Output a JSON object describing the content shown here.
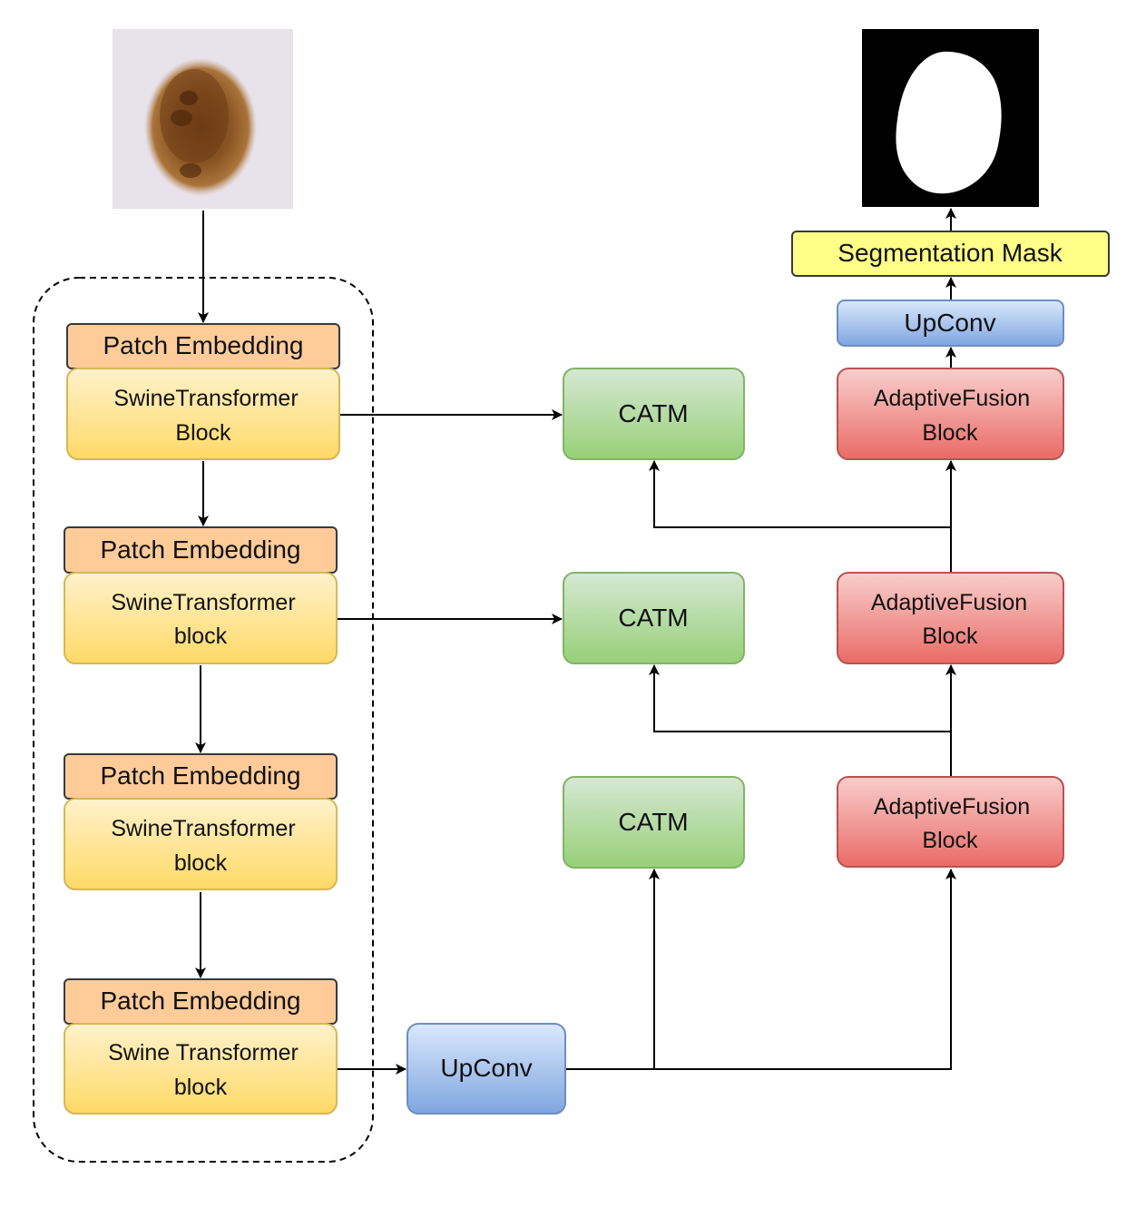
{
  "encoder": {
    "stages": [
      {
        "embedding": "Patch Embedding",
        "block_line1": "SwineTransformer",
        "block_line2": "Block"
      },
      {
        "embedding": "Patch Embedding",
        "block_line1": "SwineTransformer",
        "block_line2": "block"
      },
      {
        "embedding": "Patch Embedding",
        "block_line1": "SwineTransformer",
        "block_line2": "block"
      },
      {
        "embedding": "Patch Embedding",
        "block_line1": "Swine Transformer",
        "block_line2": "block"
      }
    ]
  },
  "bottleneck": {
    "upconv": "UpConv"
  },
  "catm": [
    "CATM",
    "CATM",
    "CATM"
  ],
  "fusion": [
    {
      "line1": "AdaptiveFusion",
      "line2": "Block"
    },
    {
      "line1": "AdaptiveFusion",
      "line2": "Block"
    },
    {
      "line1": "AdaptiveFusion",
      "line2": "Block"
    }
  ],
  "decoder": {
    "upconv": "UpConv",
    "output": "Segmentation Mask"
  },
  "colors": {
    "embedding_fill": "#ffcc99",
    "swin_fill_top": "#fff2cc",
    "swin_fill_bottom": "#ffd966",
    "swin_stroke": "#d6b656",
    "catm_fill_top": "#d5e8d4",
    "catm_fill_bottom": "#97d077",
    "catm_stroke": "#82b366",
    "fusion_fill_top": "#f8cecc",
    "fusion_fill_bottom": "#ea6b66",
    "fusion_stroke": "#b85450",
    "upconv_fill_top": "#dae8fc",
    "upconv_fill_bottom": "#7ea6e0",
    "upconv_stroke": "#6c8ebf",
    "mask_label_fill": "#ffff88",
    "mask_label_stroke": "#36393d"
  }
}
